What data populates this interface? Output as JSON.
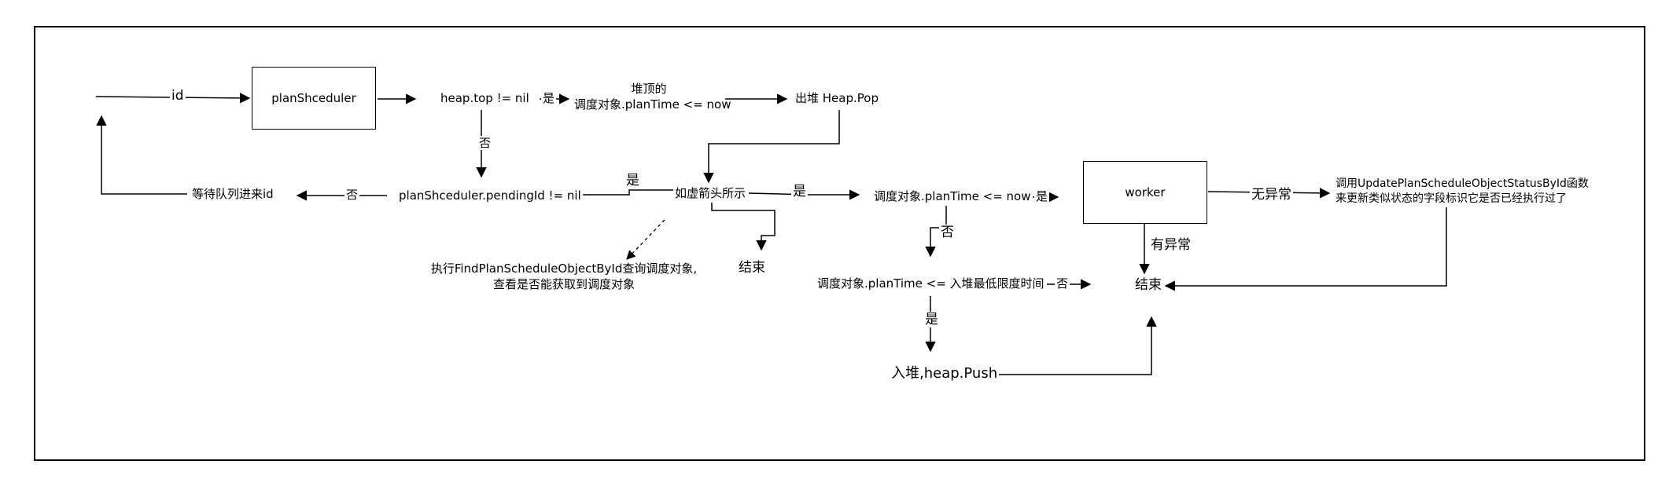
{
  "nodes": {
    "scheduler_box": "planShceduler",
    "worker_box": "worker",
    "heap_top_check": "heap.top != nil",
    "heap_top_plantime_line1": "堆顶的",
    "heap_top_plantime_line2": "调度对象.planTime <= now",
    "heap_pop": "出堆 Heap.Pop",
    "wait_queue": "等待队列进来id",
    "pending_check": "planShceduler.pendingId != nil",
    "dashed_ref": "如虚箭头所示",
    "find_query_line1": "执行FindPlanScheduleObjectById查询调度对象,",
    "find_query_line2": "查看是否能获取到调度对象",
    "end_middle": "结束",
    "plantime_now_check": "调度对象.planTime <= now",
    "plantime_min_check": "调度对象.planTime <= 入堆最低限度时间",
    "push_heap": "入堆,heap.Push",
    "update_status_line1": "调用UpdatePlanScheduleObjectStatusById函数",
    "update_status_line2": "来更新类似状态的字段标识它是否已经执行过了",
    "end_right": "结束"
  },
  "edge_labels": {
    "id": "id",
    "yes_heap_top": "是",
    "no_heap_top": "否",
    "no_pending": "否",
    "yes_pending": "是",
    "yes_dashed": "是",
    "yes_plantime_now": "是",
    "no_plantime_now": "否",
    "no_plantime_min": "否",
    "yes_plantime_min": "是",
    "no_exception": "无异常",
    "has_exception": "有异常"
  }
}
